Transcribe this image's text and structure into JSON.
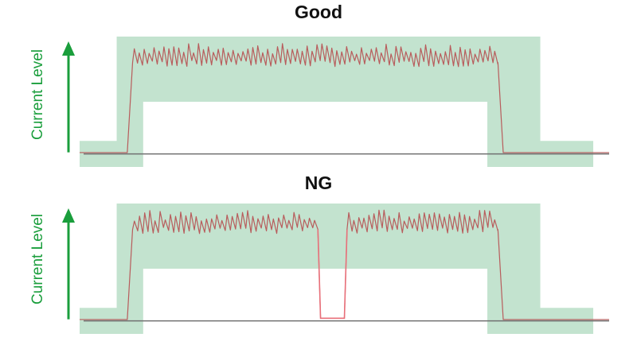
{
  "colors": {
    "band": "#c3e3cf",
    "signal_line": "#b85c5c",
    "signal_drop": "#e8707a",
    "baseline": "#707070",
    "axis_arrow": "#1a9e3c",
    "ylabel": "#1a9e3c",
    "title": "#111111"
  },
  "chart_data": [
    {
      "type": "line",
      "title": "Good",
      "ylabel": "Current Level",
      "xlabel": "",
      "x_range": [
        0,
        100
      ],
      "y_range": [
        0,
        100
      ],
      "tolerance_band": {
        "outer": [
          [
            0,
            0
          ],
          [
            0,
            20
          ],
          [
            7,
            20
          ],
          [
            7,
            100
          ],
          [
            87,
            100
          ],
          [
            87,
            20
          ],
          [
            97,
            20
          ],
          [
            97,
            0
          ],
          [
            77,
            0
          ],
          [
            77,
            50
          ],
          [
            12,
            50
          ],
          [
            12,
            0
          ]
        ]
      },
      "baseline_level": 10,
      "series": [
        {
          "segments": [
            {
              "kind": "flat",
              "x0": 0,
              "x1": 9,
              "y": 11
            },
            {
              "kind": "rise",
              "x0": 9,
              "x1": 10,
              "y0": 11,
              "y1": 80
            },
            {
              "kind": "noise",
              "x0": 10,
              "x1": 79,
              "ymin": 76,
              "ymax": 95,
              "teeth": 74
            },
            {
              "kind": "fall",
              "x0": 79,
              "x1": 80,
              "y0": 80,
              "y1": 11
            },
            {
              "kind": "flat",
              "x0": 80,
              "x1": 100,
              "y": 11
            }
          ]
        }
      ]
    },
    {
      "type": "line",
      "title": "NG",
      "ylabel": "Current Level",
      "xlabel": "",
      "x_range": [
        0,
        100
      ],
      "y_range": [
        0,
        100
      ],
      "tolerance_band": {
        "outer": [
          [
            0,
            0
          ],
          [
            0,
            20
          ],
          [
            7,
            20
          ],
          [
            7,
            100
          ],
          [
            87,
            100
          ],
          [
            87,
            20
          ],
          [
            97,
            20
          ],
          [
            97,
            0
          ],
          [
            77,
            0
          ],
          [
            77,
            50
          ],
          [
            12,
            50
          ],
          [
            12,
            0
          ]
        ]
      },
      "baseline_level": 10,
      "series": [
        {
          "segments": [
            {
              "kind": "flat",
              "x0": 0,
              "x1": 9,
              "y": 11
            },
            {
              "kind": "rise",
              "x0": 9,
              "x1": 10,
              "y0": 11,
              "y1": 80
            },
            {
              "kind": "noise",
              "x0": 10,
              "x1": 45,
              "ymin": 76,
              "ymax": 95,
              "teeth": 36
            },
            {
              "kind": "drop",
              "x0": 45,
              "x1": 45.5,
              "y0": 80,
              "y1": 12
            },
            {
              "kind": "flat",
              "x0": 45.5,
              "x1": 50,
              "y": 12
            },
            {
              "kind": "rise",
              "x0": 50,
              "x1": 50.5,
              "y0": 12,
              "y1": 80
            },
            {
              "kind": "noise",
              "x0": 50.5,
              "x1": 79,
              "ymin": 76,
              "ymax": 95,
              "teeth": 30
            },
            {
              "kind": "fall",
              "x0": 79,
              "x1": 80,
              "y0": 80,
              "y1": 11
            },
            {
              "kind": "flat",
              "x0": 80,
              "x1": 100,
              "y": 11
            }
          ]
        }
      ]
    }
  ]
}
